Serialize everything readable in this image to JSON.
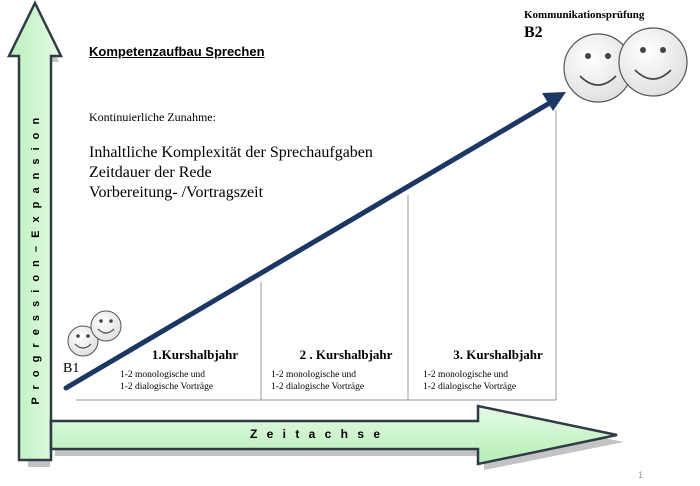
{
  "title": "Kompetenzaufbau Sprechen",
  "subtitle": "Kontinuierliche Zunahme:",
  "growth_items": [
    "Inhaltliche Komplexität der Sprechaufgaben",
    "Zeitdauer der Rede",
    "Vorbereitung- /Vortragszeit"
  ],
  "exam_label": "Kommunikationsprüfung",
  "start_level": "B1",
  "end_level": "B2",
  "semesters": [
    {
      "label": "1.Kurshalbjahr",
      "details": [
        "1-2 monologische und",
        "1-2 dialogische Vorträge"
      ]
    },
    {
      "label": "2 . Kurshalbjahr",
      "details": [
        "1-2 monologische und",
        "1-2 dialogische Vorträge"
      ]
    },
    {
      "label": "3. Kurshalbjahr",
      "details": [
        "1-2 monologische und",
        "1-2 dialogische Vorträge"
      ]
    }
  ],
  "x_axis_label": "Z e i t a c h s e",
  "y_axis_label": "P r o g r e s s i o n – E x p a n s i o n",
  "page_number": "1",
  "colors": {
    "axis_fill": "#ccf5cc",
    "axis_stroke": "#2f3b47",
    "progress_arrow": "#1c3764",
    "divider": "#9a9a9a"
  }
}
